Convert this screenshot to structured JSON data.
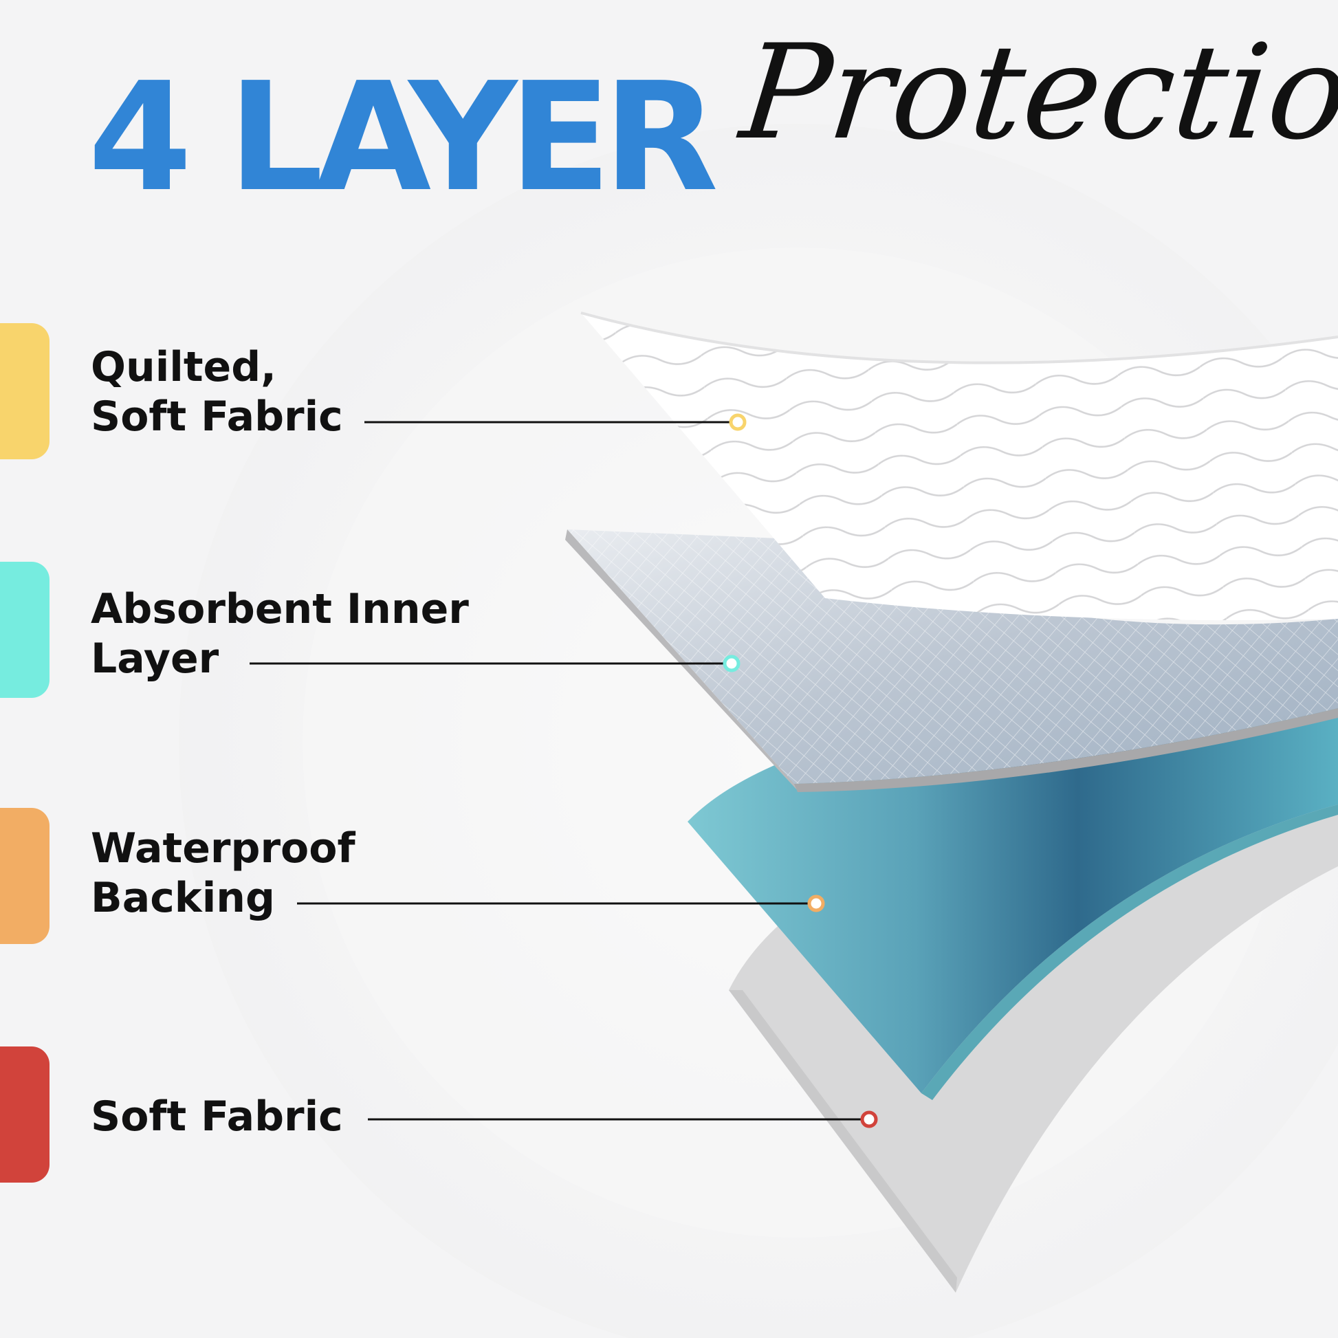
{
  "title": {
    "main": "4 LAYER",
    "script": "Protection"
  },
  "colors": {
    "title_blue": "#3185d6",
    "layer_1": "#f8d46c",
    "layer_2": "#76ecdf",
    "layer_3": "#f2ad64",
    "layer_4": "#d1433b",
    "waterproof_teal": "#74c2cf"
  },
  "layers": [
    {
      "line1": "Quilted,",
      "line2": "Soft Fabric",
      "color": "#f8d46c"
    },
    {
      "line1": "Absorbent Inner",
      "line2": "Layer",
      "color": "#76ecdf"
    },
    {
      "line1": "Waterproof",
      "line2": "Backing",
      "color": "#f2ad64"
    },
    {
      "line1": "Soft Fabric",
      "line2": "",
      "color": "#d1433b"
    }
  ]
}
